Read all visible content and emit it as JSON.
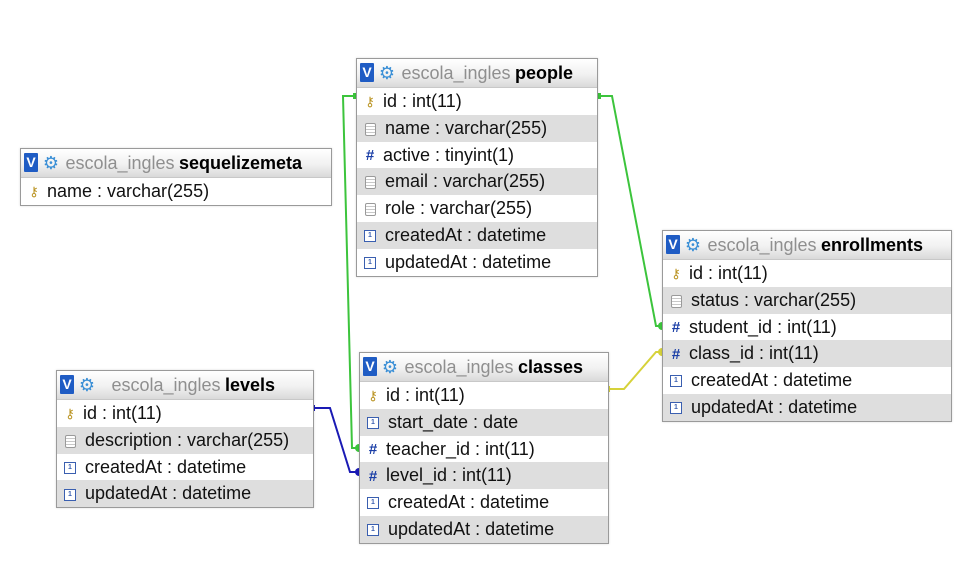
{
  "tables": {
    "sequelizemeta": {
      "db": "escola_ingles",
      "name": "sequelizemeta",
      "fields": [
        {
          "text": "name : varchar(255)",
          "icon": "key-icon"
        }
      ]
    },
    "people": {
      "db": "escola_ingles",
      "name": "people",
      "fields": [
        {
          "text": "id : int(11)",
          "icon": "key-icon"
        },
        {
          "text": "name : varchar(255)",
          "icon": "text-field-icon"
        },
        {
          "text": "active : tinyint(1)",
          "icon": "number-field-icon"
        },
        {
          "text": "email : varchar(255)",
          "icon": "text-field-icon"
        },
        {
          "text": "role : varchar(255)",
          "icon": "text-field-icon"
        },
        {
          "text": "createdAt : datetime",
          "icon": "date-field-icon"
        },
        {
          "text": "updatedAt : datetime",
          "icon": "date-field-icon"
        }
      ]
    },
    "enrollments": {
      "db": "escola_ingles",
      "name": "enrollments",
      "fields": [
        {
          "text": "id : int(11)",
          "icon": "key-icon"
        },
        {
          "text": "status : varchar(255)",
          "icon": "text-field-icon"
        },
        {
          "text": "student_id : int(11)",
          "icon": "number-field-icon"
        },
        {
          "text": "class_id : int(11)",
          "icon": "number-field-icon"
        },
        {
          "text": "createdAt : datetime",
          "icon": "date-field-icon"
        },
        {
          "text": "updatedAt : datetime",
          "icon": "date-field-icon"
        }
      ]
    },
    "levels": {
      "db": "escola_ingles",
      "name": "levels",
      "fields": [
        {
          "text": "id : int(11)",
          "icon": "key-icon"
        },
        {
          "text": "description : varchar(255)",
          "icon": "text-field-icon"
        },
        {
          "text": "createdAt : datetime",
          "icon": "date-field-icon"
        },
        {
          "text": "updatedAt : datetime",
          "icon": "date-field-icon"
        }
      ]
    },
    "classes": {
      "db": "escola_ingles",
      "name": "classes",
      "fields": [
        {
          "text": "id : int(11)",
          "icon": "key-icon"
        },
        {
          "text": "start_date : date",
          "icon": "date-field-icon"
        },
        {
          "text": "teacher_id : int(11)",
          "icon": "number-field-icon"
        },
        {
          "text": "level_id : int(11)",
          "icon": "number-field-icon"
        },
        {
          "text": "createdAt : datetime",
          "icon": "date-field-icon"
        },
        {
          "text": "updatedAt : datetime",
          "icon": "date-field-icon"
        }
      ]
    }
  },
  "relations": [
    {
      "from": "enrollments.student_id",
      "to": "people.id",
      "color": "#3cc43c"
    },
    {
      "from": "classes.teacher_id",
      "to": "people.id",
      "color": "#3cc43c"
    },
    {
      "from": "enrollments.class_id",
      "to": "classes.id",
      "color": "#d6d23a"
    },
    {
      "from": "classes.level_id",
      "to": "levels.id",
      "color": "#1a1ab4"
    }
  ],
  "colors": {
    "header_button": "#1f5cc4",
    "gear": "#3a8fd6",
    "row_alt": "#dedede"
  }
}
